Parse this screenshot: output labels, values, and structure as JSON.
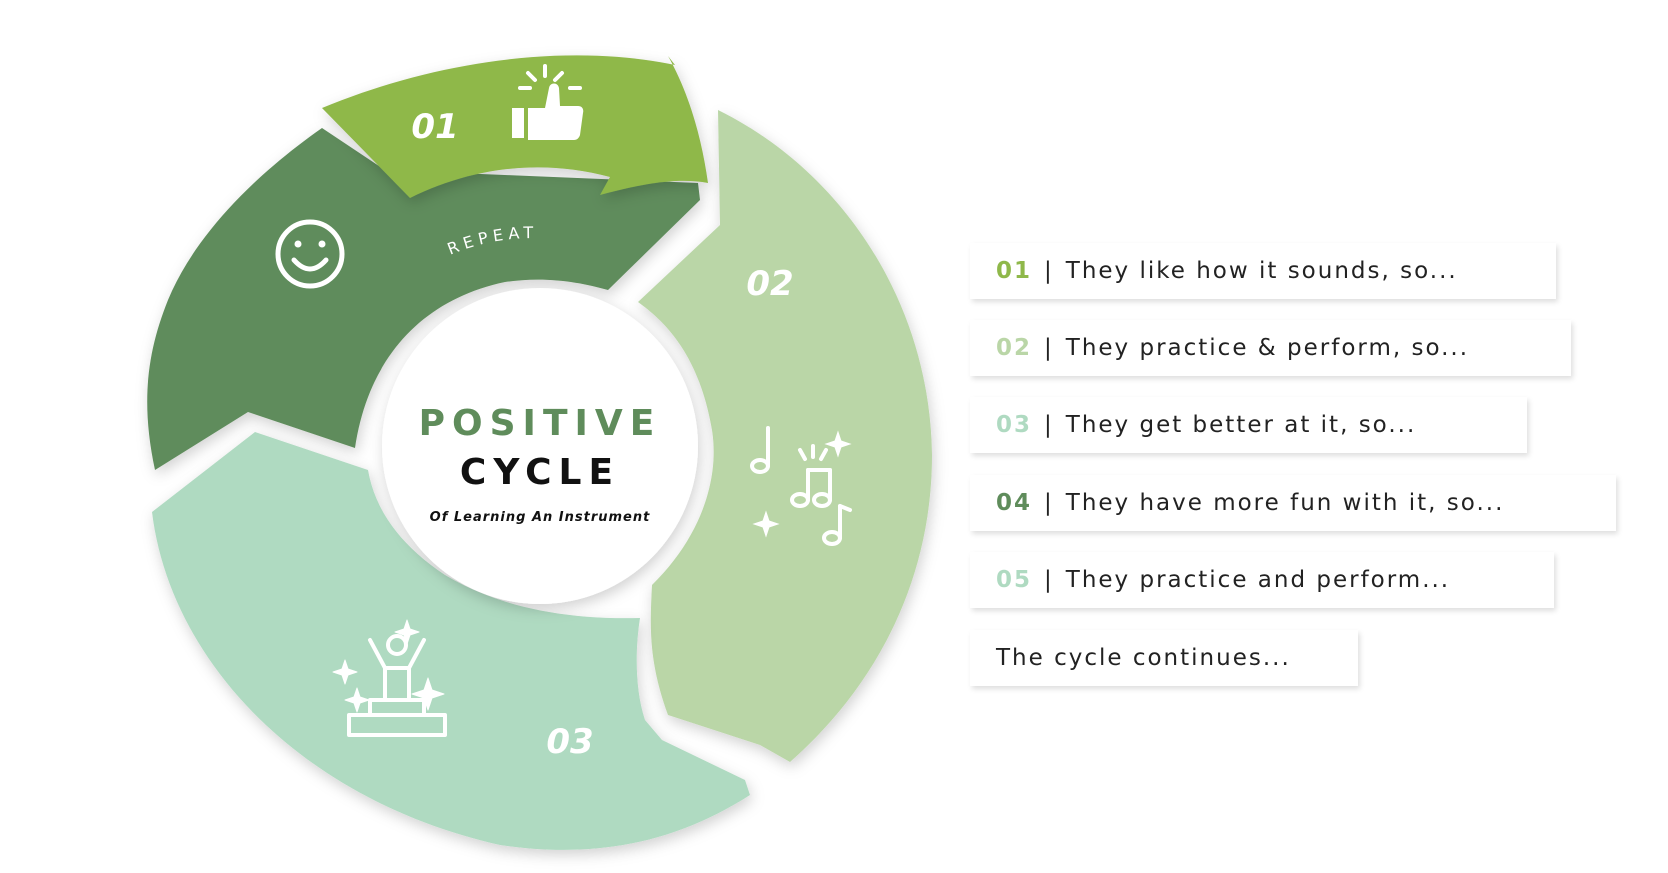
{
  "center": {
    "title_line1": "POSITIVE",
    "title_line2": "CYCLE",
    "subtitle": "Of Learning An Instrument"
  },
  "segments": [
    {
      "number": "01",
      "color": "#8fb84a",
      "icon": "thumbs-up-icon"
    },
    {
      "number": "02",
      "color": "#bad6a7",
      "icon": "music-notes-icon"
    },
    {
      "number": "03",
      "color": "#afdac1",
      "icon": "celebration-podium-icon"
    },
    {
      "number": "",
      "color": "#5f8c5b",
      "icon": "smiley-face-icon"
    }
  ],
  "repeat_label": "REPEAT",
  "steps": [
    {
      "number": "01",
      "separator": "|",
      "text": "They like how it sounds, so...",
      "color": "#8fb84a"
    },
    {
      "number": "02",
      "separator": "|",
      "text": "They practice & perform, so...",
      "color": "#bad6a7"
    },
    {
      "number": "03",
      "separator": "|",
      "text": "They get better at it, so...",
      "color": "#afdac1"
    },
    {
      "number": "04",
      "separator": "|",
      "text": "They have more fun with it, so...",
      "color": "#5f8c5b"
    },
    {
      "number": "05",
      "separator": "|",
      "text": "They practice and perform...",
      "color": "#afdac1"
    }
  ],
  "closing": "The cycle continues...",
  "colors": {
    "title_green": "#5f8c5b",
    "text_dark": "#111111"
  }
}
